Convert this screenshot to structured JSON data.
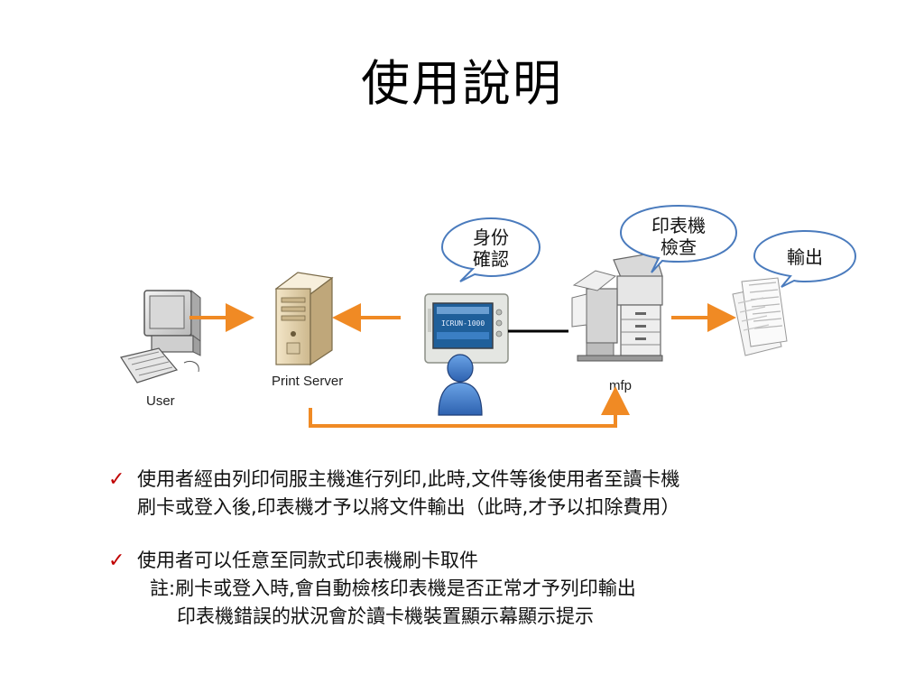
{
  "slide": {
    "title": "使用說明"
  },
  "diagram": {
    "nodes": {
      "user": "User",
      "print_server": "Print Server",
      "mfp": "mfp"
    },
    "bubbles": {
      "identity": [
        "身份",
        "確認"
      ],
      "printer_check": [
        "印表機",
        "檢查"
      ],
      "output": "輸出"
    },
    "card_reader": {
      "screen_text": "ICRUN-1000"
    },
    "colors": {
      "arrow": "#f08a24",
      "bubble_stroke": "#4a7bbd",
      "person": "#3e78c8"
    }
  },
  "bullets": [
    {
      "icon": "check-icon",
      "lines": [
        "使用者經由列印伺服主機進行列印,此時,文件等後使用者至讀卡機",
        "刷卡或登入後,印表機才予以將文件輸出（此時,才予以扣除費用）"
      ]
    },
    {
      "icon": "check-icon",
      "lines": [
        "使用者可以任意至同款式印表機刷卡取件",
        "註:刷卡或登入時,會自動檢核印表機是否正常才予列印輸出",
        "印表機錯誤的狀況會於讀卡機裝置顯示幕顯示提示"
      ]
    }
  ]
}
